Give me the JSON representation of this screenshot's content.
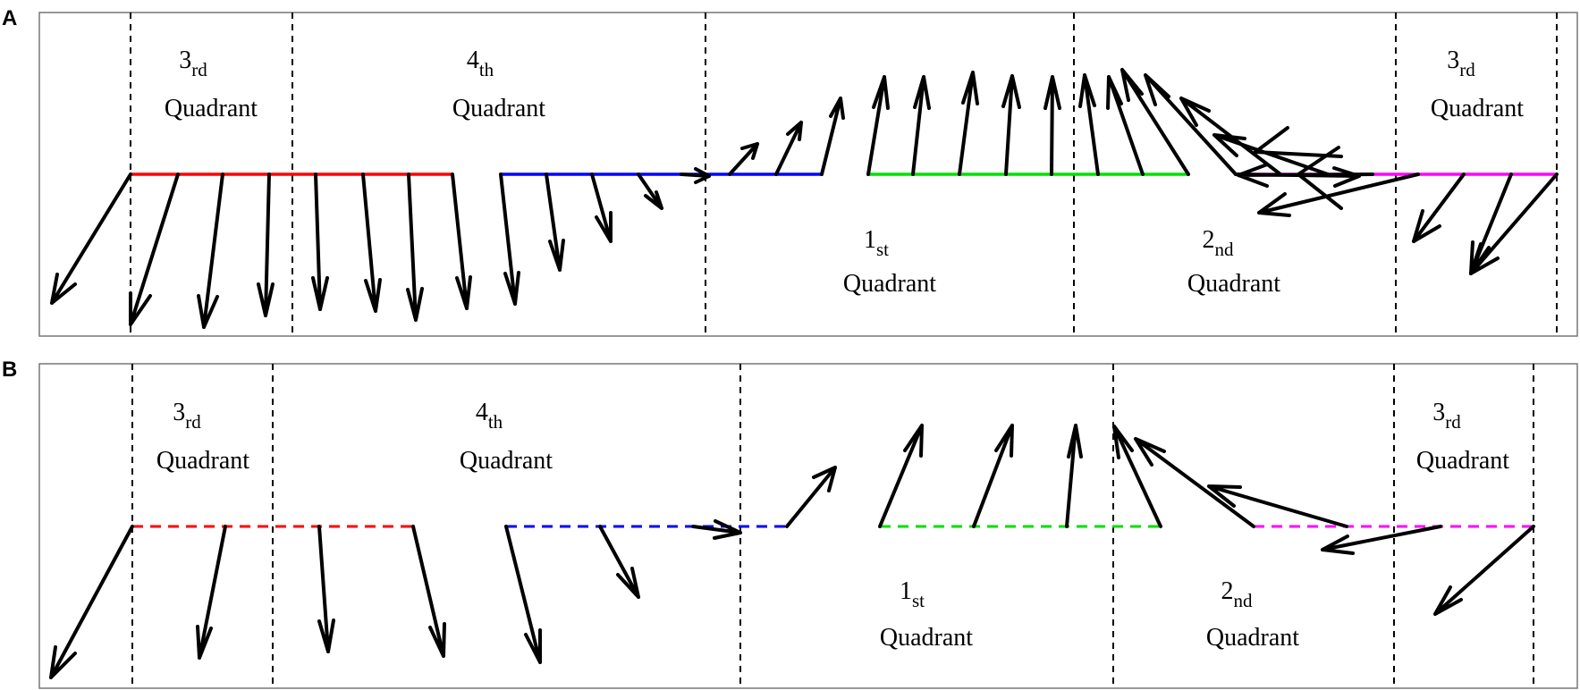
{
  "panels": [
    {
      "id": "A",
      "letter": "A",
      "quadrant_labels": [
        {
          "num": "3",
          "sub": "rd",
          "word": "Quadrant"
        },
        {
          "num": "4",
          "sub": "th",
          "word": "Quadrant"
        },
        {
          "num": "1",
          "sub": "st",
          "word": "Quadrant"
        },
        {
          "num": "2",
          "sub": "nd",
          "word": "Quadrant"
        },
        {
          "num": "3",
          "sub": "rd",
          "word": "Quadrant"
        }
      ],
      "segment_colors": [
        "#ff0000",
        "#0000ff",
        "#00e000",
        "#ff00ff"
      ],
      "segment_line_style": "solid"
    },
    {
      "id": "B",
      "letter": "B",
      "quadrant_labels": [
        {
          "num": "3",
          "sub": "rd",
          "word": "Quadrant"
        },
        {
          "num": "4",
          "sub": "th",
          "word": "Quadrant"
        },
        {
          "num": "1",
          "sub": "st",
          "word": "Quadrant"
        },
        {
          "num": "2",
          "sub": "nd",
          "word": "Quadrant"
        },
        {
          "num": "3",
          "sub": "rd",
          "word": "Quadrant"
        }
      ],
      "segment_colors": [
        "#ff0000",
        "#0000ff",
        "#00e000",
        "#ff00ff"
      ],
      "segment_line_style": "dashed"
    }
  ],
  "colors": {
    "red": "#ff0000",
    "blue": "#0000ff",
    "green": "#00e000",
    "magenta": "#ff00ff",
    "arrow": "#000000"
  }
}
